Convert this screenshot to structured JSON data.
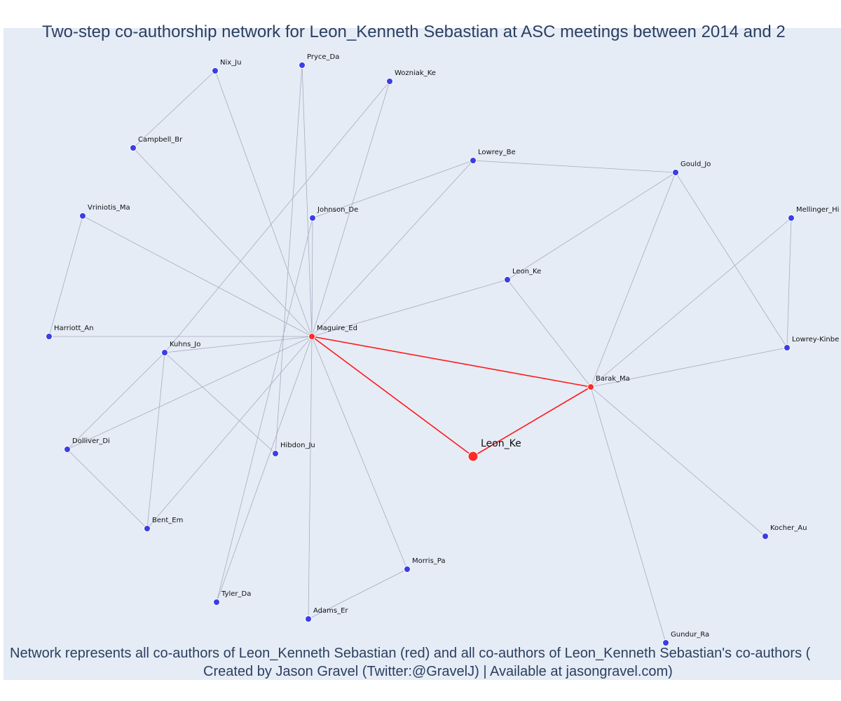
{
  "title": "Two-step co-authorship network for Leon_Kenneth Sebastian at ASC meetings between 2014 and 2",
  "caption_line1": "Network represents all co-authors of Leon_Kenneth Sebastian (red) and all co-authors of Leon_Kenneth Sebastian's co-authors (",
  "caption_line2": "Created by Jason Gravel (Twitter:@GravelJ) | Available at jasongravel.com)",
  "colors": {
    "background": "#e5ecf6",
    "node_default": "#3b3ee6",
    "node_highlight": "#ff2a2a",
    "edge_default": "#a8abbf",
    "edge_highlight": "#ff1a1a",
    "text": "#2a3f5f"
  },
  "nodes": [
    {
      "id": "Nix_Ju",
      "label": "Nix_Ju",
      "role": "coauthor-of-coauthor"
    },
    {
      "id": "Pryce_Da",
      "label": "Pryce_Da",
      "role": "coauthor-of-coauthor"
    },
    {
      "id": "Wozniak_Ke",
      "label": "Wozniak_Ke",
      "role": "coauthor-of-coauthor"
    },
    {
      "id": "Campbell_Br",
      "label": "Campbell_Br",
      "role": "coauthor-of-coauthor"
    },
    {
      "id": "Lowrey_Be",
      "label": "Lowrey_Be",
      "role": "coauthor-of-coauthor"
    },
    {
      "id": "Gould_Jo",
      "label": "Gould_Jo",
      "role": "coauthor-of-coauthor"
    },
    {
      "id": "Mellinger_Hi",
      "label": "Mellinger_Hi",
      "role": "coauthor-of-coauthor"
    },
    {
      "id": "Vriniotis_Ma",
      "label": "Vriniotis_Ma",
      "role": "coauthor-of-coauthor"
    },
    {
      "id": "Johnson_De",
      "label": "Johnson_De",
      "role": "coauthor-of-coauthor"
    },
    {
      "id": "Leon_Ke_2",
      "label": "Leon_Ke",
      "role": "coauthor-of-coauthor"
    },
    {
      "id": "Harriott_An",
      "label": "Harriott_An",
      "role": "coauthor-of-coauthor"
    },
    {
      "id": "Maguire_Ed",
      "label": "Maguire_Ed",
      "role": "coauthor"
    },
    {
      "id": "Kuhns_Jo",
      "label": "Kuhns_Jo",
      "role": "coauthor-of-coauthor"
    },
    {
      "id": "Lowrey-Kinberg",
      "label": "Lowrey-Kinbe",
      "role": "coauthor-of-coauthor"
    },
    {
      "id": "Barak_Ma",
      "label": "Barak_Ma",
      "role": "coauthor"
    },
    {
      "id": "Dolliver_Di",
      "label": "Dolliver_Di",
      "role": "coauthor-of-coauthor"
    },
    {
      "id": "Hibdon_Ju",
      "label": "Hibdon_Ju",
      "role": "coauthor-of-coauthor"
    },
    {
      "id": "Leon_Ke",
      "label": "Leon_Ke",
      "role": "focal"
    },
    {
      "id": "Bent_Em",
      "label": "Bent_Em",
      "role": "coauthor-of-coauthor"
    },
    {
      "id": "Kocher_Au",
      "label": "Kocher_Au",
      "role": "coauthor-of-coauthor"
    },
    {
      "id": "Morris_Pa",
      "label": "Morris_Pa",
      "role": "coauthor-of-coauthor"
    },
    {
      "id": "Tyler_Da",
      "label": "Tyler_Da",
      "role": "coauthor-of-coauthor"
    },
    {
      "id": "Adams_Er",
      "label": "Adams_Er",
      "role": "coauthor-of-coauthor"
    },
    {
      "id": "Gundur_Ra",
      "label": "Gundur_Ra",
      "role": "coauthor-of-coauthor"
    }
  ],
  "edges": [
    {
      "source": "Leon_Ke",
      "target": "Maguire_Ed",
      "highlight": true
    },
    {
      "source": "Leon_Ke",
      "target": "Barak_Ma",
      "highlight": true
    },
    {
      "source": "Maguire_Ed",
      "target": "Barak_Ma",
      "highlight": true
    },
    {
      "source": "Maguire_Ed",
      "target": "Nix_Ju"
    },
    {
      "source": "Maguire_Ed",
      "target": "Pryce_Da"
    },
    {
      "source": "Maguire_Ed",
      "target": "Wozniak_Ke"
    },
    {
      "source": "Maguire_Ed",
      "target": "Campbell_Br"
    },
    {
      "source": "Maguire_Ed",
      "target": "Lowrey_Be"
    },
    {
      "source": "Maguire_Ed",
      "target": "Vriniotis_Ma"
    },
    {
      "source": "Maguire_Ed",
      "target": "Johnson_De"
    },
    {
      "source": "Maguire_Ed",
      "target": "Leon_Ke_2"
    },
    {
      "source": "Maguire_Ed",
      "target": "Harriott_An"
    },
    {
      "source": "Maguire_Ed",
      "target": "Kuhns_Jo"
    },
    {
      "source": "Maguire_Ed",
      "target": "Dolliver_Di"
    },
    {
      "source": "Maguire_Ed",
      "target": "Bent_Em"
    },
    {
      "source": "Maguire_Ed",
      "target": "Morris_Pa"
    },
    {
      "source": "Maguire_Ed",
      "target": "Tyler_Da"
    },
    {
      "source": "Maguire_Ed",
      "target": "Adams_Er"
    },
    {
      "source": "Nix_Ju",
      "target": "Campbell_Br"
    },
    {
      "source": "Pryce_Da",
      "target": "Hibdon_Ju"
    },
    {
      "source": "Wozniak_Ke",
      "target": "Kuhns_Jo"
    },
    {
      "source": "Lowrey_Be",
      "target": "Gould_Jo"
    },
    {
      "source": "Lowrey_Be",
      "target": "Johnson_De"
    },
    {
      "source": "Vriniotis_Ma",
      "target": "Harriott_An"
    },
    {
      "source": "Johnson_De",
      "target": "Tyler_Da"
    },
    {
      "source": "Kuhns_Jo",
      "target": "Hibdon_Ju"
    },
    {
      "source": "Kuhns_Jo",
      "target": "Dolliver_Di"
    },
    {
      "source": "Kuhns_Jo",
      "target": "Bent_Em"
    },
    {
      "source": "Dolliver_Di",
      "target": "Bent_Em"
    },
    {
      "source": "Morris_Pa",
      "target": "Adams_Er"
    },
    {
      "source": "Gould_Jo",
      "target": "Leon_Ke_2"
    },
    {
      "source": "Gould_Jo",
      "target": "Barak_Ma"
    },
    {
      "source": "Gould_Jo",
      "target": "Lowrey-Kinberg"
    },
    {
      "source": "Mellinger_Hi",
      "target": "Barak_Ma"
    },
    {
      "source": "Mellinger_Hi",
      "target": "Lowrey-Kinberg"
    },
    {
      "source": "Leon_Ke_2",
      "target": "Barak_Ma"
    },
    {
      "source": "Lowrey-Kinberg",
      "target": "Barak_Ma"
    },
    {
      "source": "Barak_Ma",
      "target": "Kocher_Au"
    },
    {
      "source": "Barak_Ma",
      "target": "Gundur_Ra"
    }
  ]
}
